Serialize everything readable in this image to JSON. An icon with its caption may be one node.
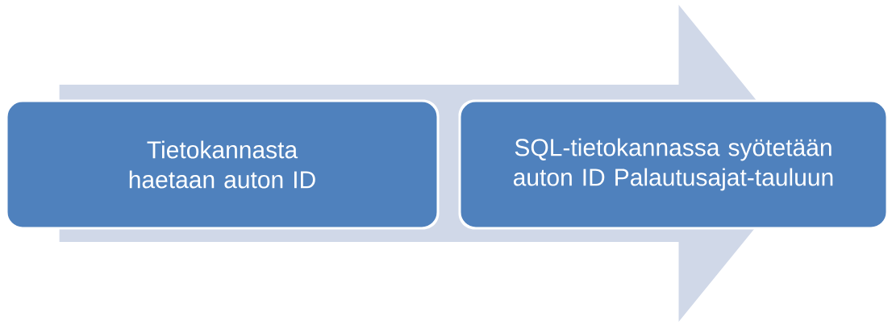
{
  "diagram": {
    "nodes": [
      {
        "text": [
          "Tietokannasta haetaan auton ID"
        ]
      },
      {
        "text": [
          "SQL-tietokannassa syötetään auton ID Palautusajat-tauluun"
        ]
      }
    ],
    "edges": [
      {
        "from": 0,
        "to": 1,
        "arrow": "to"
      }
    ]
  }
}
